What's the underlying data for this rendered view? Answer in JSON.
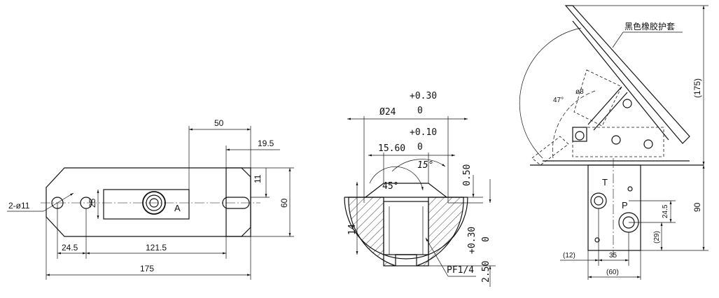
{
  "left_view": {
    "dims": {
      "top_width": "50",
      "slot_offset": "19.5",
      "slot_height": "11",
      "overall_height": "60",
      "hole_label": "2-ø11",
      "boss_label": "25",
      "point_label": "A",
      "hole_offset": "24.5",
      "hole_span": "121.5",
      "overall_length": "175"
    }
  },
  "middle_view": {
    "dims": {
      "bore_dia": "Ø24",
      "bore_tol_upper": "+0.30",
      "bore_tol_lower": "0",
      "inner_dia": "15.60",
      "inner_tol_upper": "+0.10",
      "inner_tol_lower": "0",
      "cone_angle": "15°",
      "chamfer_angle": "45°",
      "depth_dim": "0.50",
      "left_dim": "14",
      "bottom_tol_upper": "+0.30",
      "bottom_tol_lower": "0",
      "bottom_dim": "2.50",
      "thread_label": "PF1/4"
    }
  },
  "right_view": {
    "callout": "黑色橡胶护套",
    "dims": {
      "angle": "47°",
      "pin_dia": "ø8",
      "height_top": "(175)",
      "height_bottom": "90",
      "port_t": "T",
      "port_p": "P",
      "port_gap": "24.5",
      "port_bottom": "(29)",
      "left_offset": "(12)",
      "port_span": "35",
      "base_width": "(60)"
    }
  },
  "colors": {
    "line": "#111111",
    "background": "#ffffff"
  }
}
